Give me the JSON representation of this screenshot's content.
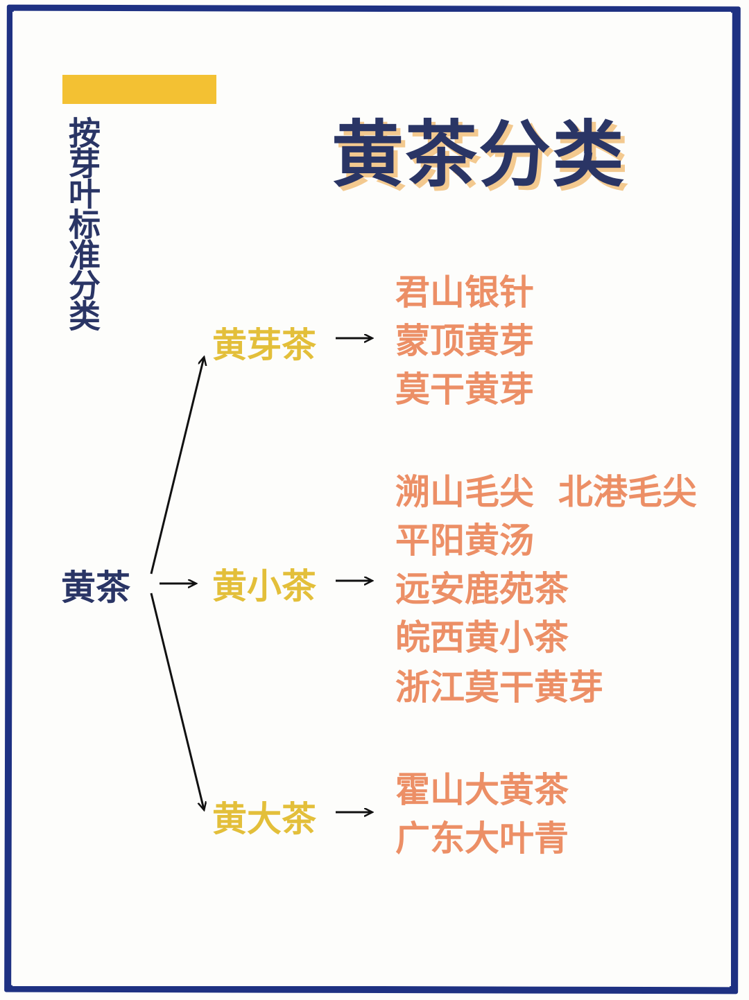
{
  "title": "黄茶分类",
  "subtitle": "按芽叶标准分类",
  "root": "黄茶",
  "branches": [
    {
      "label": "黄芽茶",
      "items": [
        "君山银针",
        "蒙顶黄芽",
        "莫干黄芽"
      ]
    },
    {
      "label": "黄小茶",
      "items": [
        "溯山毛尖  北港毛尖",
        "平阳黄汤",
        "远安鹿苑茶",
        "皖西黄小茶",
        "浙江莫干黄芽"
      ]
    },
    {
      "label": "黄大茶",
      "items": [
        "霍山大黄茶",
        "广东大叶青"
      ]
    }
  ],
  "colors": {
    "frame": "#1e3182",
    "title": "#2a3565",
    "title_shadow": "#f3c98f",
    "accent_bar": "#f3c133",
    "branch": "#e3bf3a",
    "leaf": "#ec8f66",
    "arrow": "#111111"
  }
}
